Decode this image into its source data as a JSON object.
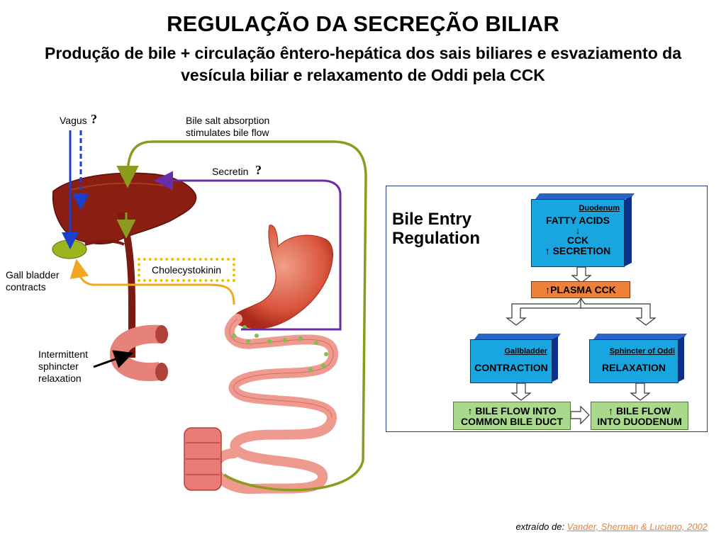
{
  "title": "REGULAÇÃO DA SECREÇÃO BILIAR",
  "subtitle": "Produção de bile + circulação êntero-hepática dos sais biliares e esvaziamento da vesícula biliar e relaxamento de Oddi pela CCK",
  "illustration": {
    "vagus": "Vagus",
    "question_mark": "?",
    "bile_salt_line1": "Bile salt absorption",
    "bile_salt_line2": "stimulates bile flow",
    "secretin": "Secretin",
    "cholecystokinin": "Cholecystokinin",
    "gall_line1": "Gall bladder",
    "gall_line2": "contracts",
    "sphincter_line1": "Intermittent",
    "sphincter_line2": "sphincter",
    "sphincter_line3": "relaxation"
  },
  "flowchart": {
    "title_line1": "Bile Entry",
    "title_line2": "Regulation",
    "duodenum": "Duodenum",
    "fatty_acids": "FATTY ACIDS",
    "cck": "CCK",
    "secretion": "SECRETION",
    "plasma_cck": "PLASMA CCK",
    "gallbladder": "Gallbladder",
    "contraction": "CONTRACTION",
    "sphincter_oddi": "Sphincter of Oddi",
    "relaxation": "RELAXATION",
    "bile_flow_cbd_line1": "BILE FLOW INTO",
    "bile_flow_cbd_line2": "COMMON BILE DUCT",
    "bile_flow_duo_line1": "BILE FLOW",
    "bile_flow_duo_line2": "INTO DUODENUM",
    "up_arrow": "↑",
    "down_arrow": "↓"
  },
  "credit": {
    "prefix": "extraído de:",
    "link": "Vander, Sherman & Luciano, 2002"
  },
  "colors": {
    "vagus_arrow": "#1a3fc9",
    "bile_salt_arrow": "#8c9a1e",
    "secretin_arrow": "#6a2da8",
    "cck_arrow": "#f2a81e",
    "liver": "#8a1e12",
    "gallbladder": "#9bb51c",
    "intestine": "#e7827a",
    "flow_blue": "#19a6e0",
    "flow_green": "#a9d98c",
    "flow_orange": "#f0813a"
  }
}
